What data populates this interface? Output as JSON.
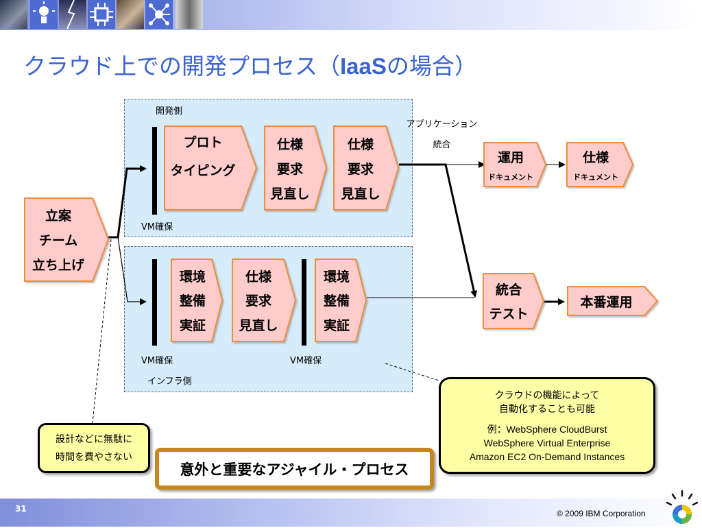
{
  "slide": {
    "title_prefix": "クラウド上での開発プロセス（",
    "title_bold": "IaaS",
    "title_suffix": "の場合）",
    "page_number": "31",
    "copyright": "© 2009 IBM Corporation"
  },
  "diagram": {
    "start": [
      "立案",
      "チーム",
      "立ち上げ"
    ],
    "dev_side_label": "開発側",
    "infra_side_label": "インフラ側",
    "vm_label": "VM確保",
    "dev_steps": [
      [
        "プロト",
        "タイピング"
      ],
      [
        "仕様",
        "要求",
        "見直し"
      ],
      [
        "仕様",
        "要求",
        "見直し"
      ]
    ],
    "infra_steps": [
      [
        "環境",
        "整備",
        "実証"
      ],
      [
        "仕様",
        "要求",
        "見直し"
      ],
      [
        "環境",
        "整備",
        "実証"
      ]
    ],
    "app_integration": [
      "アプリケーション",
      "統合"
    ],
    "ops_doc": {
      "main": "運用",
      "sub": "ドキュメント"
    },
    "spec_doc": {
      "main": "仕様",
      "sub": "ドキュメント"
    },
    "integration_test": [
      "統合",
      "テスト"
    ],
    "production": "本番運用"
  },
  "callouts": {
    "left": [
      "設計などに無駄に",
      "時間を費やさない"
    ],
    "center": "意外と重要なアジャイル・プロセス",
    "right_head": [
      "クラウドの機能によって",
      "自動化することも可能"
    ],
    "right_examples": [
      "例：WebSphere CloudBurst",
      "WebSphere Virtual Enterprise",
      "Amazon EC2 On-Demand Instances"
    ]
  },
  "colors": {
    "accent_blue": "#3a63cf",
    "step_fill": "#ffcccc",
    "step_border": "#f08c3c",
    "region_fill": "#d6ecfb",
    "callout_yellow": "#ffffa6",
    "callout_gold_border": "#c8861c"
  },
  "icons": [
    "lightbulb-photo-icon",
    "lightning-icon",
    "chip-icon",
    "hands-icon",
    "network-node-icon",
    "corridor-icon",
    "ibm-smarter-planet-icon"
  ]
}
